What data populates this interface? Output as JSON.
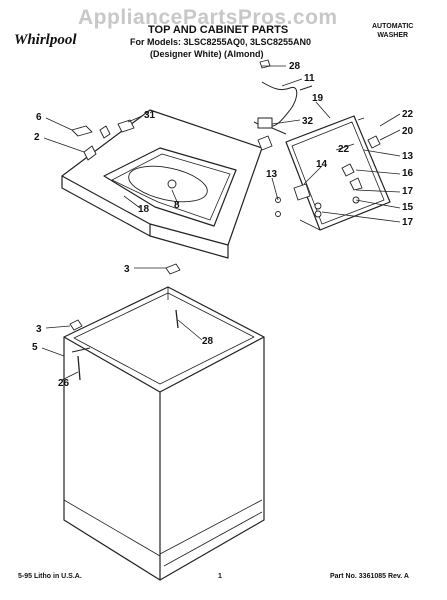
{
  "header": {
    "watermark": "AppliancePartsPros.com",
    "brand": "Whirlpool",
    "title": "TOP AND CABINET PARTS",
    "models": "For Models: 3LSC8255AQ0, 3LSC8255AN0",
    "variant": "(Designer White)   (Almond)",
    "category_line1": "AUTOMATIC",
    "category_line2": "WASHER"
  },
  "footer": {
    "litho": "5-95 Litho in U.S.A.",
    "page": "1",
    "part_no": "Part No. 3361085 Rev. A"
  },
  "callouts": [
    "28",
    "11",
    "19",
    "22",
    "20",
    "31",
    "6",
    "2",
    "32",
    "22",
    "13",
    "14",
    "16",
    "13",
    "17",
    "15",
    "17",
    "18",
    "8",
    "3",
    "28",
    "3",
    "5",
    "26"
  ]
}
